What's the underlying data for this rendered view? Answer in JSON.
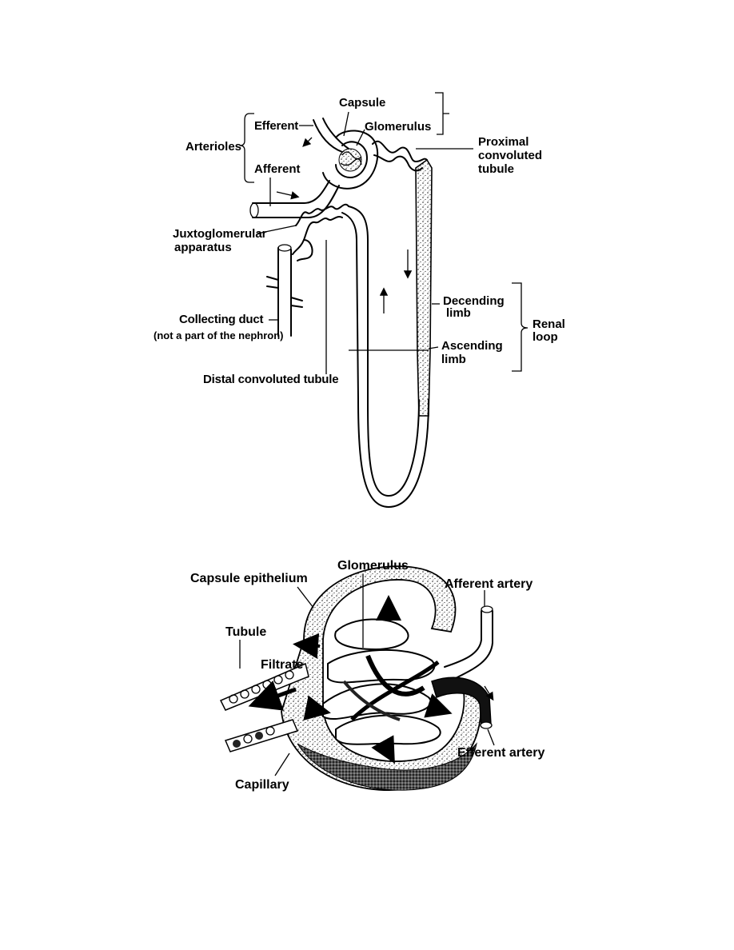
{
  "nephron": {
    "labels": {
      "capsule": "Capsule",
      "efferent": "Efferent",
      "glomerulus": "Glomerulus",
      "arterioles": "Arterioles",
      "afferent": "Afferent",
      "proximal_1": "Proximal",
      "proximal_2": "convoluted",
      "proximal_3": "tubule",
      "juxta_1": "Juxtoglomerular",
      "juxta_2": "apparatus",
      "collecting_duct": "Collecting duct",
      "not_part": "(not a part of the nephron)",
      "descending_1": "Decending",
      "descending_2": "limb",
      "ascending_1": "Ascending",
      "ascending_2": "limb",
      "renal_1": "Renal",
      "renal_2": "loop",
      "distal": "Distal convoluted tubule"
    }
  },
  "glomerulus_detail": {
    "labels": {
      "glomerulus": "Glomerulus",
      "capsule_epithelium": "Capsule epithelium",
      "afferent_artery": "Afferent artery",
      "tubule": "Tubule",
      "filtrate": "Filtrate",
      "efferent_artery": "Efferent artery",
      "capillary": "Capillary"
    }
  }
}
